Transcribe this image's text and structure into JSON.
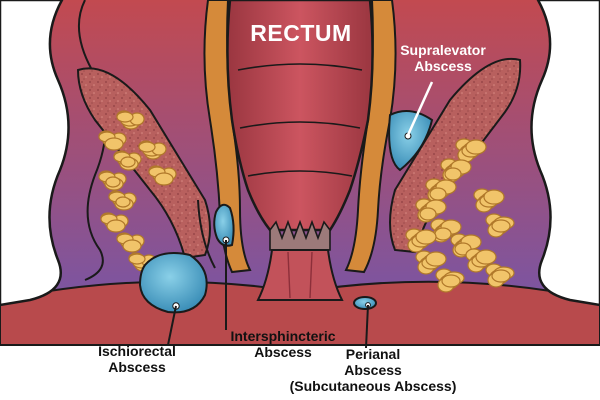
{
  "labels": {
    "rectum": "RECTUM",
    "supralevator": [
      "Supralevator",
      "Abscess"
    ],
    "ischiorectal": [
      "Ischiorectal",
      "Abscess"
    ],
    "intersphincteric": [
      "Intersphincteric",
      "Abscess"
    ],
    "perianal": [
      "Perianal",
      "Abscess",
      "(Subcutaneous Abscess)"
    ]
  },
  "colors": {
    "outline": "#1a1a1a",
    "rectum_wall": "#c0444e",
    "rectum_shadow": "#8c2f3a",
    "muscle": "#d58a3a",
    "fat": "#f1c46a",
    "bone": "#ffffff",
    "pelvic_space": "#7a5aa8",
    "tissue": "#b84a4c",
    "abscess": "#4aa5c8",
    "skin": "#e8b8a0"
  }
}
